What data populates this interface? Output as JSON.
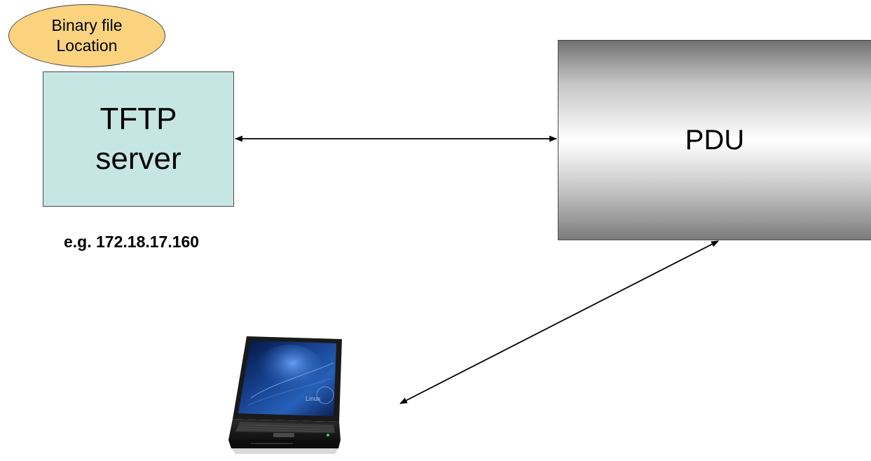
{
  "nodes": {
    "tftp_server": {
      "label_line1": "TFTP",
      "label_line2": "server",
      "color": "#c6e6e4"
    },
    "binary_file": {
      "label_line1": "Binary file",
      "label_line2": "Location",
      "color": "#fbd37f"
    },
    "pdu": {
      "label": "PDU"
    },
    "ip_address": {
      "label": "e.g. 172.18.17.160"
    },
    "laptop": {
      "icon": "laptop-icon"
    }
  },
  "connections": [
    {
      "from": "tftp_server",
      "to": "pdu",
      "direction": "bidirectional"
    },
    {
      "from": "pdu",
      "to": "laptop",
      "direction": "bidirectional"
    }
  ]
}
